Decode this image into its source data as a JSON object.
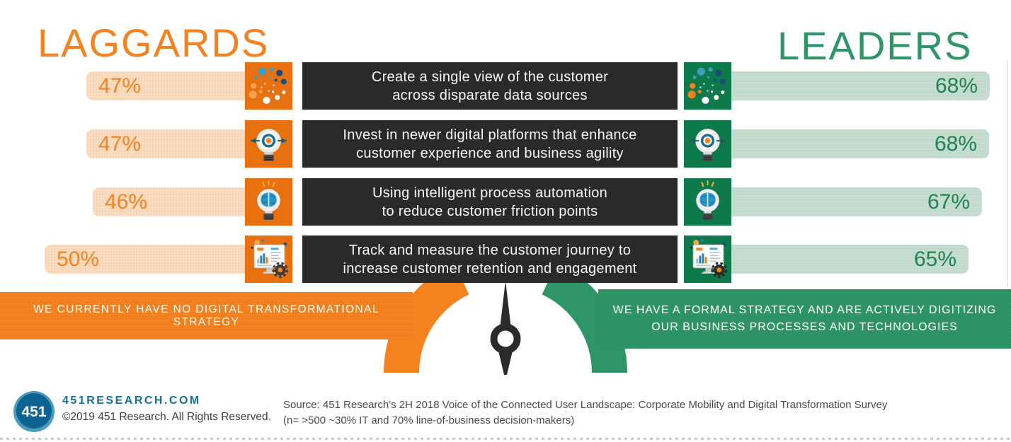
{
  "titles": {
    "left": "LAGGARDS",
    "right": "LEADERS"
  },
  "rows": [
    {
      "icon": "data-sources-icon",
      "left_pct": "47%",
      "right_pct": "68%",
      "line1": "Create a single view of the customer",
      "line2": "across disparate data sources"
    },
    {
      "icon": "target-bulb-icon",
      "left_pct": "47%",
      "right_pct": "68%",
      "line1": "Invest in newer digital platforms that enhance",
      "line2": "customer experience and business agility"
    },
    {
      "icon": "brain-bulb-icon",
      "left_pct": "46%",
      "right_pct": "67%",
      "line1": "Using intelligent process automation",
      "line2": "to reduce customer friction points"
    },
    {
      "icon": "analytics-monitor-icon",
      "left_pct": "50%",
      "right_pct": "65%",
      "line1": "Track and measure the customer journey to",
      "line2": "increase customer retention and engagement"
    }
  ],
  "banners": {
    "left": "WE CURRENTLY HAVE NO DIGITAL TRANSFORMATIONAL STRATEGY",
    "right_line1": "WE HAVE A FORMAL STRATEGY AND ARE ACTIVELY DIGITIZING",
    "right_line2": "OUR BUSINESS PROCESSES AND TECHNOLOGIES"
  },
  "footer": {
    "logo_text": "451",
    "site": "451RESEARCH.COM",
    "copyright": "©2019 451 Research. All Rights Reserved.",
    "source_line1": "Source: 451 Research's 2H 2018 Voice of the Connected User Landscape: Corporate Mobility and Digital Transformation Survey",
    "source_line2": "(n= >500 ~30% IT and 70% line-of-business decision-makers)"
  },
  "colors": {
    "orange": "#F5821F",
    "orange_tile": "#E8700E",
    "orange_bar": "#FBDCBE",
    "green": "#2E9566",
    "green_tile": "#0E7A4B",
    "green_bar": "#C5DDCF",
    "green_pct_text": "#1F8355",
    "dark_box": "#2B2A2A",
    "logo_blue": "#1172A2",
    "site_text_blue": "#156F9E"
  },
  "chart_data": {
    "type": "bar",
    "layout": "diverging-horizontal-paired",
    "title": "Laggards vs Leaders",
    "unit": "%",
    "categories": [
      "Create a single view of the customer across disparate data sources",
      "Invest in newer digital platforms that enhance customer experience and business agility",
      "Using intelligent process automation to reduce customer friction points",
      "Track and measure the customer journey to increase customer retention and engagement"
    ],
    "series": [
      {
        "name": "Laggards",
        "definition": "We currently have no digital transformational strategy",
        "color": "#F5821F",
        "values": [
          47,
          47,
          46,
          50
        ]
      },
      {
        "name": "Leaders",
        "definition": "We have a formal strategy and are actively digitizing our business processes and technologies",
        "color": "#2E9566",
        "values": [
          68,
          68,
          67,
          65
        ]
      }
    ]
  }
}
